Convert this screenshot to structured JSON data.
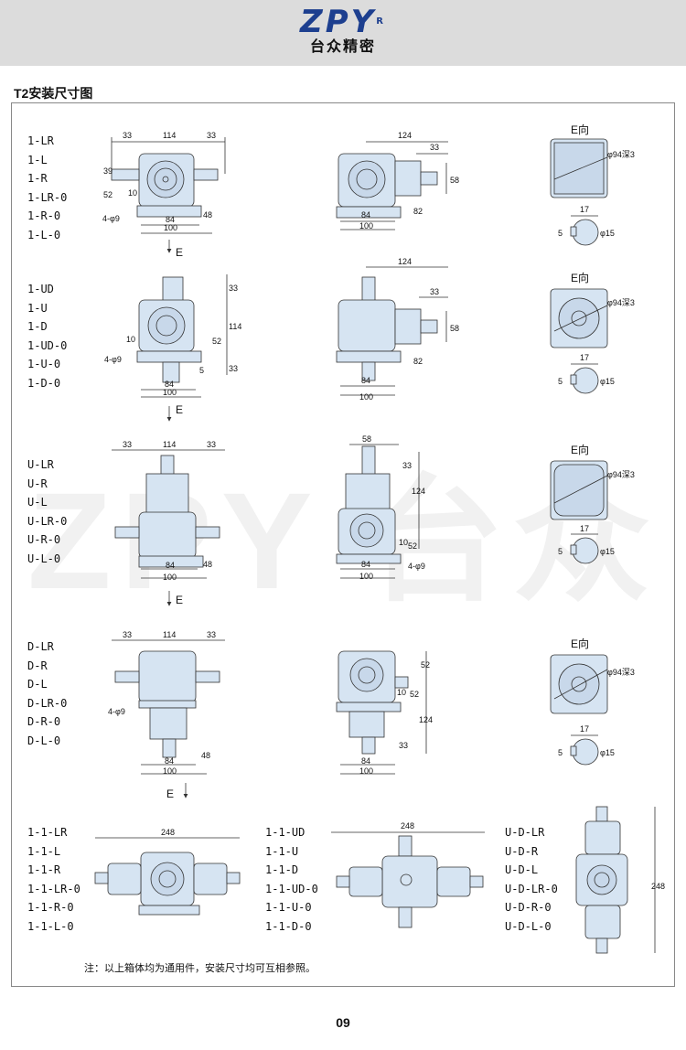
{
  "header": {
    "brand": "ZPY",
    "reg": "R",
    "brand_cn": "台众精密"
  },
  "section_title": "T2安装尺寸图",
  "watermark": "ZPY 台众",
  "groups": [
    {
      "models": [
        "1-LR",
        "1-L",
        "1-R",
        "1-LR-0",
        "1-R-0",
        "1-L-0"
      ],
      "front": {
        "top": "33",
        "width": "114",
        "right": "33",
        "h1": "39",
        "h2": "52",
        "h3": "10",
        "holes": "4-φ9",
        "base1": "84",
        "base2": "100",
        "side": "48"
      },
      "side": {
        "len": "124",
        "shaft": "33",
        "dia": "58",
        "d1": "84",
        "d2": "82",
        "d3": "100"
      },
      "view_label": "E向",
      "flange": "φ94深3",
      "key": "17",
      "keyd": "φ15",
      "key_h": "5",
      "arrow": "E"
    },
    {
      "models": [
        "1-UD",
        "1-U",
        "1-D",
        "1-UD-0",
        "1-U-0",
        "1-D-0"
      ],
      "front": {
        "top": "33",
        "mid": "114",
        "bot": "33",
        "h2": "52",
        "h3": "10",
        "h4": "5",
        "holes": "4-φ9",
        "base1": "84",
        "base2": "100"
      },
      "side": {
        "len": "124",
        "shaft": "33",
        "dia": "58",
        "d1": "84",
        "d2": "82",
        "d3": "100"
      },
      "view_label": "E向",
      "flange": "φ94深3",
      "key": "17",
      "keyd": "φ15",
      "key_h": "5",
      "arrow": "E"
    },
    {
      "models": [
        "U-LR",
        "U-R",
        "U-L",
        "U-LR-0",
        "U-R-0",
        "U-L-0"
      ],
      "front": {
        "top": "33",
        "width": "114",
        "right": "33",
        "side": "48",
        "base1": "84",
        "base2": "100"
      },
      "side": {
        "top": "58",
        "shaft": "33",
        "len": "124",
        "h3": "10",
        "h2": "52",
        "holes": "4-φ9",
        "d1": "84",
        "d3": "100"
      },
      "view_label": "E向",
      "flange": "φ94深3",
      "key": "17",
      "keyd": "φ15",
      "key_h": "5",
      "arrow": "E"
    },
    {
      "models": [
        "D-LR",
        "D-R",
        "D-L",
        "D-LR-0",
        "D-R-0",
        "D-L-0"
      ],
      "front": {
        "top": "33",
        "width": "114",
        "right": "33",
        "holes": "4-φ9",
        "side": "48",
        "base1": "84",
        "base2": "100"
      },
      "side": {
        "h2": "52",
        "h3": "10",
        "h2b": "52",
        "len": "124",
        "shaft": "33",
        "d1": "84",
        "d3": "100"
      },
      "view_label": "E向",
      "flange": "φ94深3",
      "key": "17",
      "keyd": "φ15",
      "key_h": "5",
      "arrow": "E"
    }
  ],
  "bottom_groups": [
    {
      "models": [
        "1-1-LR",
        "1-1-L",
        "1-1-R",
        "1-1-LR-0",
        "1-1-R-0",
        "1-1-L-0"
      ],
      "dim": "248"
    },
    {
      "models": [
        "1-1-UD",
        "1-1-U",
        "1-1-D",
        "1-1-UD-0",
        "1-1-U-0",
        "1-1-D-0"
      ],
      "dim": "248"
    },
    {
      "models": [
        "U-D-LR",
        "U-D-R",
        "U-D-L",
        "U-D-LR-0",
        "U-D-R-0",
        "U-D-L-0"
      ],
      "dim": "248"
    }
  ],
  "note": "注：以上箱体均为通用件，安装尺寸均可互相参照。",
  "page_number": "09",
  "colors": {
    "body_fill": "#d6e4f2",
    "line": "#333333",
    "header_bg": "#dcdcdc",
    "brand": "#1d3f8f"
  }
}
